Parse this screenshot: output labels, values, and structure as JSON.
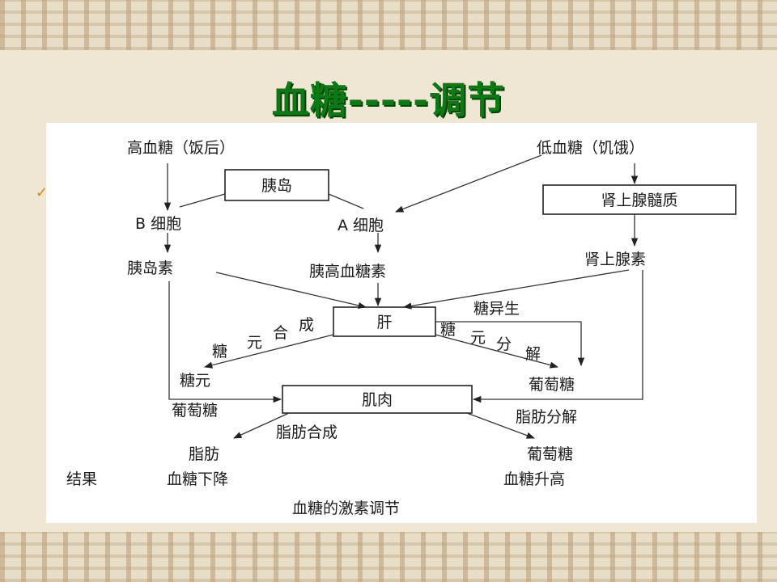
{
  "slide": {
    "title": "血糖-----调节",
    "bullet_icon": "checkmark-icon"
  },
  "diagram": {
    "high_glucose": "高血糖（饭后）",
    "low_glucose": "低血糖（饥饿）",
    "islet": "胰岛",
    "adrenal_medulla": "肾上腺髓质",
    "b_cell": "B 细胞",
    "a_cell": "A 细胞",
    "insulin": "胰岛素",
    "glucagon": "胰高血糖素",
    "adrenaline": "肾上腺素",
    "liver": "肝",
    "gluconeogenesis": "糖异生",
    "glycogen_synth": [
      "糖",
      "元",
      "合",
      "成"
    ],
    "glycogen_break": [
      "糖",
      "元",
      "分",
      "解"
    ],
    "glycogen": "糖元",
    "glucose_liver": "葡萄糖",
    "glucose_in": "葡萄糖",
    "muscle": "肌肉",
    "fat_breakdown": "脂肪分解",
    "fat_synth": "脂肪合成",
    "fat": "脂肪",
    "glucose_out": "葡萄糖",
    "result": "结果",
    "glucose_down": "血糖下降",
    "glucose_up": "血糖升高",
    "caption": "血糖的激素调节"
  }
}
